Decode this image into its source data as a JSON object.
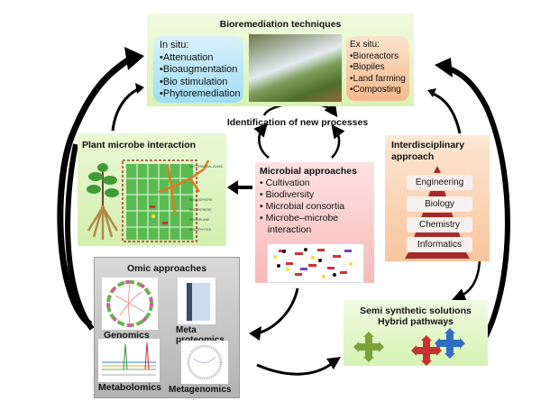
{
  "diagram": {
    "bioremediation": {
      "title": "Bioremediation techniques",
      "in_situ": {
        "heading": "In situ:",
        "items": [
          "•Attenuation",
          "•Bioaugmentation",
          "•Bio stimulation",
          "•Phytoremediation"
        ]
      },
      "ex_situ": {
        "heading": "Ex situ:",
        "items": [
          "•Bioreactors",
          "•Biopiles",
          "•Land farming",
          "•Composting"
        ]
      },
      "photo": "river-remediation-photo"
    },
    "identification": "Identification of new processes",
    "plant_microbe": {
      "title": "Plant microbe interaction",
      "labels": [
        "MYCORRHIZAL FUNGI",
        "RHIZOSPHERE",
        "ENDOSPHERE",
        "RHIZOPLANE",
        "ENDOPHYTES"
      ]
    },
    "microbial": {
      "title": "Microbial approaches",
      "items": [
        "• Cultivation",
        "• Biodiversity",
        "• Microbial consortia",
        "• Microbe–microbe",
        "   interaction"
      ]
    },
    "interdisciplinary": {
      "title_line1": "Interdisciplinary",
      "title_line2": "approach",
      "levels": [
        "Engineering",
        "Biology",
        "Chemistry",
        "Informatics"
      ]
    },
    "omics": {
      "title": "Omic approaches",
      "items": [
        "Genomics",
        "Meta proteomics",
        "Metabolomics",
        "Metagenomics"
      ]
    },
    "semi_synthetic": {
      "line1": "Semi synthetic solutions",
      "line2": "Hybrid pathways",
      "arrow_colors": [
        "#7aa23a",
        "#c8312f",
        "#2f6fc0"
      ]
    },
    "colors": {
      "top_bg": "#dff5c0",
      "in_situ_bg": "#a9e0f5",
      "ex_situ_bg": "#f7c199",
      "plant_bg": "#d9f1b6",
      "micro_bg": "#f9c4c4",
      "inter_bg": "#f9cba6",
      "pyramid": "#a52a2a",
      "omic_bg": "#c4c4c4",
      "semi_bg": "#ddf4bf"
    }
  }
}
